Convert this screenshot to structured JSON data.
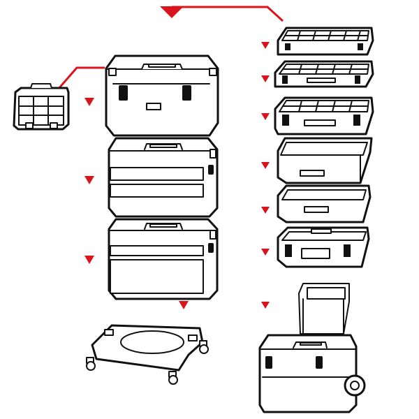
{
  "accent_color": "#d9141d",
  "line_color": "#111111",
  "background_color": "#ffffff",
  "icons": {
    "arrow": "red-down-triangle-icon",
    "connector": "red-connector-line"
  },
  "items": [
    {
      "id": "small-organizer",
      "kind": "small organizer case"
    },
    {
      "id": "large-toolbox",
      "kind": "toolbox with lid and clips"
    },
    {
      "id": "two-drawer-cabinet",
      "kind": "toolbox with two drawers"
    },
    {
      "id": "one-drawer-cabinet",
      "kind": "toolbox with one drawer"
    },
    {
      "id": "dolly",
      "kind": "wheeled base platform"
    },
    {
      "id": "flat-organizer",
      "kind": "shallow organizer tray"
    },
    {
      "id": "organizer-1",
      "kind": "organizer with compartments"
    },
    {
      "id": "organizer-2",
      "kind": "organizer with compartments"
    },
    {
      "id": "open-tray-deep",
      "kind": "open tray"
    },
    {
      "id": "open-tray-shallow",
      "kind": "open tray"
    },
    {
      "id": "small-box",
      "kind": "small stackable box"
    },
    {
      "id": "mobile-cart",
      "kind": "trolley case with handle and wheels"
    }
  ]
}
